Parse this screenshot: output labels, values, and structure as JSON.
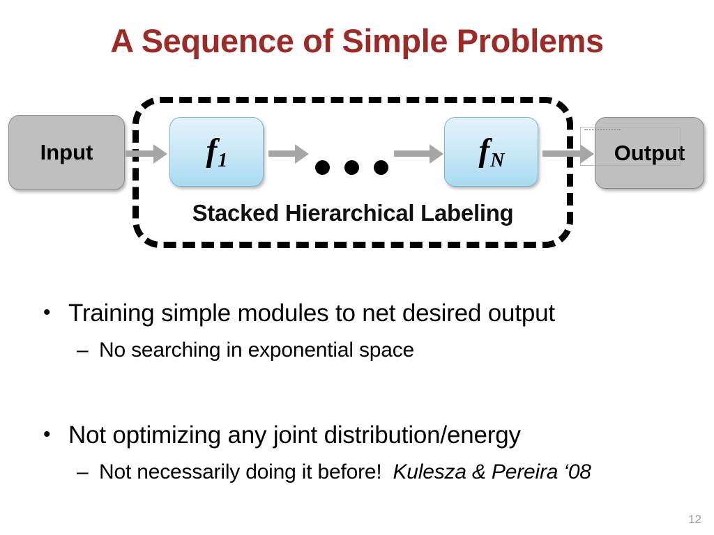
{
  "slide": {
    "title": "A Sequence of Simple Problems",
    "title_color": "#9c2b27",
    "page_number": "12",
    "background_color": "#ffffff"
  },
  "diagram": {
    "group_label": "Stacked Hierarchical Labeling",
    "group_border_style": "dashed",
    "group_border_color": "#000000",
    "input_box": {
      "label": "Input",
      "fill": "#bfbfbf",
      "border": "#8a8a8a"
    },
    "output_box": {
      "label": "Output",
      "fill": "#bfbfbf",
      "border": "#8a8a8a"
    },
    "function_boxes": [
      {
        "label": "f",
        "subscript": "1",
        "fill_top": "#e3f3fb",
        "fill_bottom": "#a9daf0",
        "border": "#7ab5d3"
      },
      {
        "label": "f",
        "subscript": "N",
        "fill_top": "#e3f3fb",
        "fill_bottom": "#a9daf0",
        "border": "#7ab5d3"
      }
    ],
    "ellipsis": "•••",
    "arrow_color": "#a6a6a6",
    "arrows": [
      {
        "from": "input",
        "to": "f1"
      },
      {
        "from": "f1",
        "to": "ellipsis"
      },
      {
        "from": "ellipsis",
        "to": "fN"
      },
      {
        "from": "fN",
        "to": "output"
      }
    ]
  },
  "body": {
    "groups": [
      {
        "bullet_mark": "•",
        "bullet_text": "Training simple modules to net desired output",
        "sub_mark": "–",
        "sub_text": "No searching in exponential space",
        "sub_citation": ""
      },
      {
        "bullet_mark": "•",
        "bullet_text": "Not optimizing any joint distribution/energy",
        "sub_mark": "–",
        "sub_text": "Not necessarily doing it before!",
        "sub_citation": "Kulesza & Pereira ‘08"
      }
    ]
  }
}
